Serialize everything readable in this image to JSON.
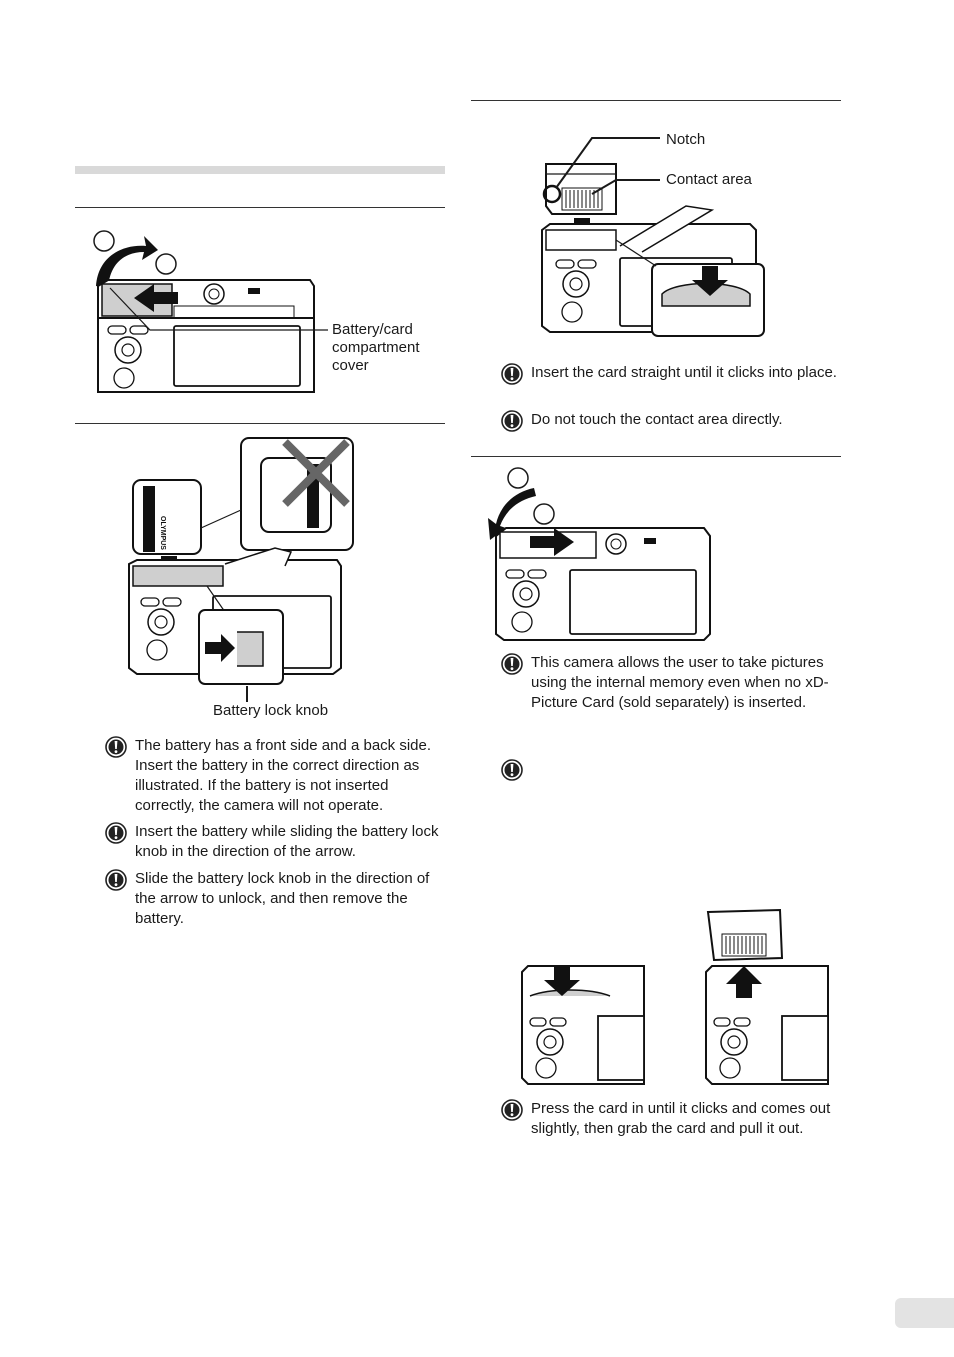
{
  "left": {
    "cover_label": "Battery/card\ncompartment\ncover",
    "knob_label": "Battery lock knob",
    "battery_brand": "OLYMPUS",
    "notes": [
      "The battery has a front side and a back side. Insert the battery in the correct direction as illustrated. If the battery is not inserted correctly, the camera will not operate.",
      "Insert the battery while sliding the battery lock knob in the direction of the arrow.",
      "Slide the battery lock knob in the direction of the arrow to unlock, and then remove the battery."
    ]
  },
  "right": {
    "notch_label": "Notch",
    "contact_label": "Contact area",
    "card_notes": [
      "Insert the card straight until it clicks into place.",
      "Do not touch the contact area directly."
    ],
    "memory_note": "This camera allows the user to take pictures using the internal memory even when no xD-Picture Card (sold separately) is inserted.",
    "remove_note": "Press the card in until it clicks and comes out slightly, then grab the card and pull it out."
  },
  "icons": {
    "caution": "caution-icon",
    "arrow": "arrow-icon",
    "prohibited": "prohibited-cross-icon"
  }
}
